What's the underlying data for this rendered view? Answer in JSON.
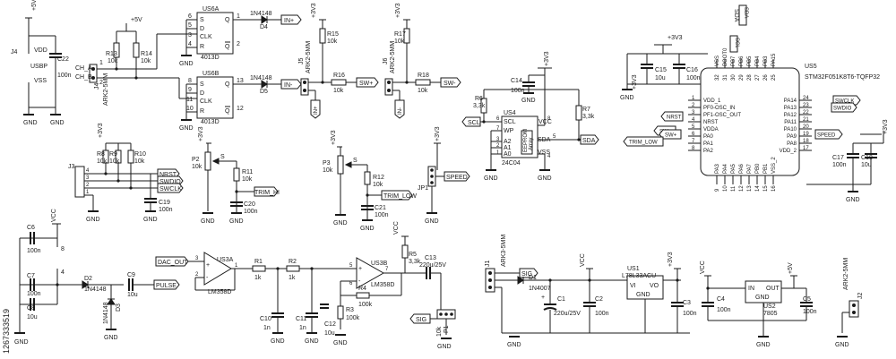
{
  "power": {
    "p5": "+5V",
    "p3": "+3V3",
    "vcc": "VCC",
    "gnd": "GND"
  },
  "us6": {
    "a": "US6A",
    "b": "US6B",
    "part": "4013D",
    "pins": {
      "S": "S",
      "D": "D",
      "CLK": "CLK",
      "R": "R",
      "Q": "Q",
      "QN": "Q"
    },
    "pa": {
      "p6": "6",
      "p5": "5",
      "p3": "3",
      "p4": "4",
      "p1": "1",
      "p2": "2"
    },
    "pb": {
      "p8": "8",
      "p9": "9",
      "p11": "11",
      "p10": "10",
      "p13": "13",
      "p12": "12"
    },
    "dpart": "1N4148",
    "d4": "D4",
    "d5": "D5",
    "inp": "IN+",
    "inm": "IN-"
  },
  "j4": {
    "name": "J4",
    "part": "ARK2-5MM",
    "cha": "CH_A",
    "chb": "CH_B",
    "p1": "1",
    "p2": "2"
  },
  "r13": {
    "n": "R13",
    "v": "10k"
  },
  "r14": {
    "n": "R14",
    "v": "10k"
  },
  "j_usb": {
    "name": "J4",
    "part": "USBP",
    "vdd": "VDD",
    "vss": "VSS",
    "p1": "1",
    "p2": "2"
  },
  "c22": {
    "n": "C22",
    "v": "100n"
  },
  "j5": {
    "name": "J5",
    "part": "ARK2-5MM",
    "p1": "1",
    "p2": "2"
  },
  "r15": {
    "n": "R15",
    "v": "10k"
  },
  "r16": {
    "n": "R16",
    "v": "10k"
  },
  "j6": {
    "name": "J6",
    "part": "ARK2-5MM",
    "p1": "1",
    "p2": "2"
  },
  "r17": {
    "n": "R17",
    "v": "10k"
  },
  "r18": {
    "n": "R18",
    "v": "10k"
  },
  "nets": {
    "sw_p": "SW+",
    "sw_m": "SW-",
    "inp": "IN+",
    "inm": "IN-",
    "scl": "SCL",
    "sda": "SDA",
    "nrst": "NRST",
    "swdio": "SWDIO",
    "swclk": "SWCLK",
    "trim_hi": "TRIM_HI",
    "trim_low": "TRIM_LOW",
    "speed": "SPEED",
    "pulse": "PULSE",
    "dac_out": "DAC_OUT",
    "sig": "SIG"
  },
  "us4": {
    "name": "US4",
    "part": "24C04",
    "chip": "EEPROM",
    "arr": "Array",
    "scl": "SCL",
    "wp": "WP",
    "a2": "A2",
    "a1": "A1",
    "a0": "A0",
    "vcc": "VCC",
    "sda": "SDA",
    "vss": "VSS",
    "p6": "6",
    "p7": "7",
    "p3": "3",
    "p2": "2",
    "p1": "1",
    "p8": "8",
    "p5": "5",
    "p4": "4"
  },
  "c14": {
    "n": "C14",
    "v": "100n"
  },
  "r6": {
    "n": "R6",
    "v": "3,3k"
  },
  "r7": {
    "n": "R7",
    "v": "3,3k"
  },
  "c15": {
    "n": "C15",
    "v": "10u"
  },
  "c16": {
    "n": "C16",
    "v": "100n"
  },
  "us5": {
    "name": "US5",
    "part": "STM32F051K8T6-TQFP32",
    "top_pins": [
      "VSS",
      "BOOT0",
      "PB7",
      "PB6",
      "PB5",
      "PB4",
      "PB3",
      "PA15"
    ],
    "top_nums": [
      "32",
      "31",
      "30",
      "29",
      "28",
      "27",
      "26",
      "25"
    ],
    "left_pins": [
      "VDD_1",
      "PF0-OSC_IN",
      "PF1-OSC_OUT",
      "NRST",
      "VDDA",
      "PA0",
      "PA1",
      "PA2"
    ],
    "left_nums": [
      "1",
      "2",
      "3",
      "4",
      "5",
      "6",
      "7",
      "8"
    ],
    "right_pins": [
      "PA14",
      "PA13",
      "PA12",
      "PA11",
      "PA10",
      "PA9",
      "PA8",
      "VDD_2"
    ],
    "right_nums": [
      "24",
      "23",
      "22",
      "21",
      "20",
      "19",
      "18",
      "17"
    ],
    "bot_pins": [
      "PA3",
      "PA4",
      "PA5",
      "PA6",
      "PA7",
      "PB0",
      "PB1",
      "VSS_2"
    ],
    "bot_nums": [
      "9",
      "10",
      "11",
      "12",
      "13",
      "14",
      "15",
      "16"
    ]
  },
  "c17": {
    "n": "C17",
    "v": "100n"
  },
  "c18": {
    "n": "C18",
    "v": "10u"
  },
  "j3": {
    "name": "J3",
    "p": [
      "4",
      "3",
      "2",
      "1"
    ]
  },
  "r8": {
    "n": "R8",
    "v": "10k"
  },
  "r9": {
    "n": "R9",
    "v": "10k"
  },
  "r10": {
    "n": "R10",
    "v": "10k"
  },
  "c19": {
    "n": "C19",
    "v": "100n"
  },
  "p2": {
    "n": "P2",
    "v": "10k",
    "s": "S"
  },
  "r11": {
    "n": "R11",
    "v": "10k"
  },
  "c20": {
    "n": "C20",
    "v": "100n"
  },
  "p3": {
    "n": "P3",
    "v": "10k",
    "s": "S"
  },
  "r12": {
    "n": "R12",
    "v": "10k"
  },
  "c21": {
    "n": "C21",
    "v": "100n"
  },
  "jp1": {
    "n": "JP1"
  },
  "c6": {
    "n": "C6",
    "v": "100n"
  },
  "c7": {
    "n": "C7",
    "v": "100n"
  },
  "c8": {
    "n": "C8",
    "v": "10u"
  },
  "d2": {
    "n": "D2",
    "v": "1N4148"
  },
  "d3": {
    "n": "D3",
    "v": "1N4148"
  },
  "c9": {
    "n": "C9",
    "v": "10u"
  },
  "p8": "8",
  "p4": "4",
  "us3a": {
    "n": "US3A",
    "part": "LM358D",
    "p1": "1",
    "p2": "2",
    "p3": "3"
  },
  "us3b": {
    "n": "US3B",
    "part": "LM358D",
    "p5": "5",
    "p6": "6",
    "p7": "7"
  },
  "r1": {
    "n": "R1",
    "v": "1k"
  },
  "r2": {
    "n": "R2",
    "v": "1k"
  },
  "c10": {
    "n": "C10",
    "v": "1n"
  },
  "c11": {
    "n": "C11",
    "v": "1n"
  },
  "c12": {
    "n": "C12",
    "v": "10u"
  },
  "r3": {
    "n": "R3",
    "v": "100k"
  },
  "r4": {
    "n": "R4",
    "v": "100k"
  },
  "r5": {
    "n": "R5",
    "v": "3,3k"
  },
  "c13": {
    "n": "C13",
    "v": "220u/25V"
  },
  "p1c": {
    "n": "P1"
  },
  "r0": {
    "n": "R",
    "v": "10k"
  },
  "j1": {
    "name": "J1",
    "part": "ARK3-5MM"
  },
  "d1": {
    "n": "D1",
    "v": "1N4007"
  },
  "c1": {
    "n": "C1",
    "v": "220u/25V"
  },
  "c2": {
    "n": "C2",
    "v": "100n"
  },
  "us1": {
    "n": "US1",
    "part": "L78L33ACU",
    "vi": "VI",
    "vo": "VO",
    "gnd": "GND"
  },
  "c3": {
    "n": "C3",
    "v": "100n"
  },
  "c4": {
    "n": "C4",
    "v": "100n"
  },
  "c5": {
    "n": "C5",
    "v": "100n"
  },
  "us2": {
    "n": "US2",
    "part": "7805",
    "in": "IN",
    "out": "OUT",
    "gnd": "GND"
  },
  "j2": {
    "name": "J2",
    "part": "ARK2-5MM"
  },
  "stock_id": "1267333519"
}
